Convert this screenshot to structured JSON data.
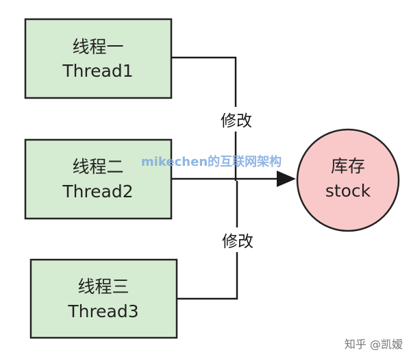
{
  "threads": [
    {
      "name": "线程一",
      "id": "Thread1"
    },
    {
      "name": "线程二",
      "id": "Thread2"
    },
    {
      "name": "线程三",
      "id": "Thread3"
    }
  ],
  "edges": {
    "upper_label": "修改",
    "lower_label": "修改"
  },
  "stock": {
    "name": "库存",
    "id": "stock"
  },
  "watermark": "mikechen的互联网架构",
  "corner_credit": "知乎 @凯嫒",
  "colors": {
    "thread_fill": "#d6ecd2",
    "stock_fill": "#f9c9ca",
    "line": "#1a1a1a",
    "watermark": "#7da9e0"
  }
}
